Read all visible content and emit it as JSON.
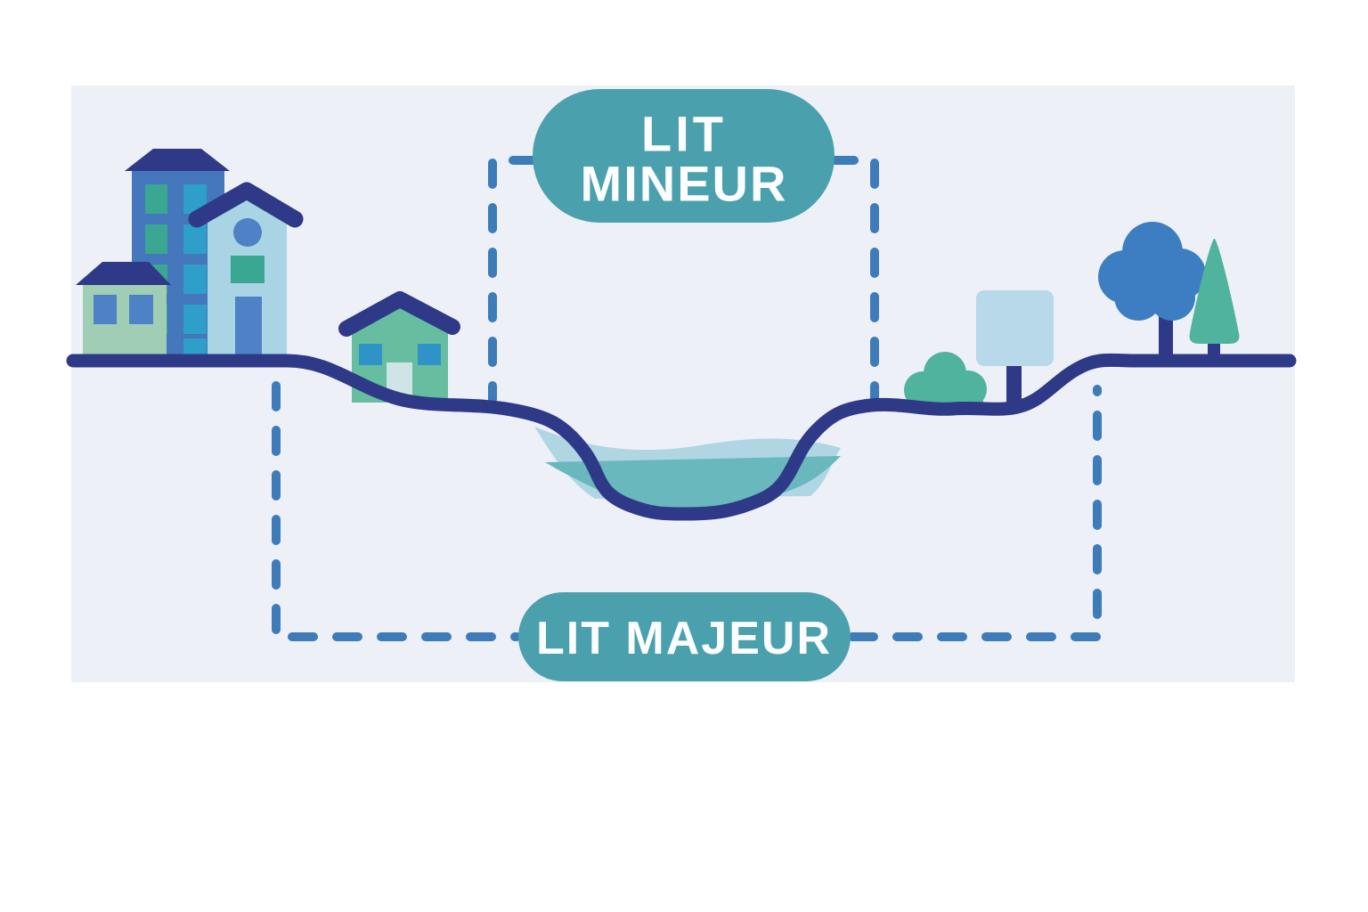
{
  "diagram": {
    "type": "river-cross-section",
    "labels": {
      "lit_mineur": {
        "line1": "LIT",
        "line2": "MINEUR"
      },
      "lit_majeur": {
        "label": "LIT MAJEUR"
      }
    }
  },
  "colors": {
    "canvas": "#ffffff",
    "scene-bg": "#edf0f7",
    "navy": "#2e3a87",
    "badge-teal": "#4aa0ac",
    "badge-text": "#fbfdfe",
    "dash-blue": "#3e7bb9",
    "water-light": "#b0d6e4",
    "water-deep": "#68b8bd",
    "building-blue": "#4477bb",
    "window-teal": "#3aa793",
    "window-cyan": "#2d9fc9",
    "window-blue": "#4d82c6",
    "house-pale": "#a9d4e3",
    "house-green-light": "#9fceb4",
    "house-green": "#66bd9f",
    "house-green-window": "#2f93c8",
    "door-light": "#cfe4e6",
    "bush-teal": "#4fb39e",
    "tree-blue": "#3d7ec2",
    "sign-light": "#b7d9ea"
  }
}
